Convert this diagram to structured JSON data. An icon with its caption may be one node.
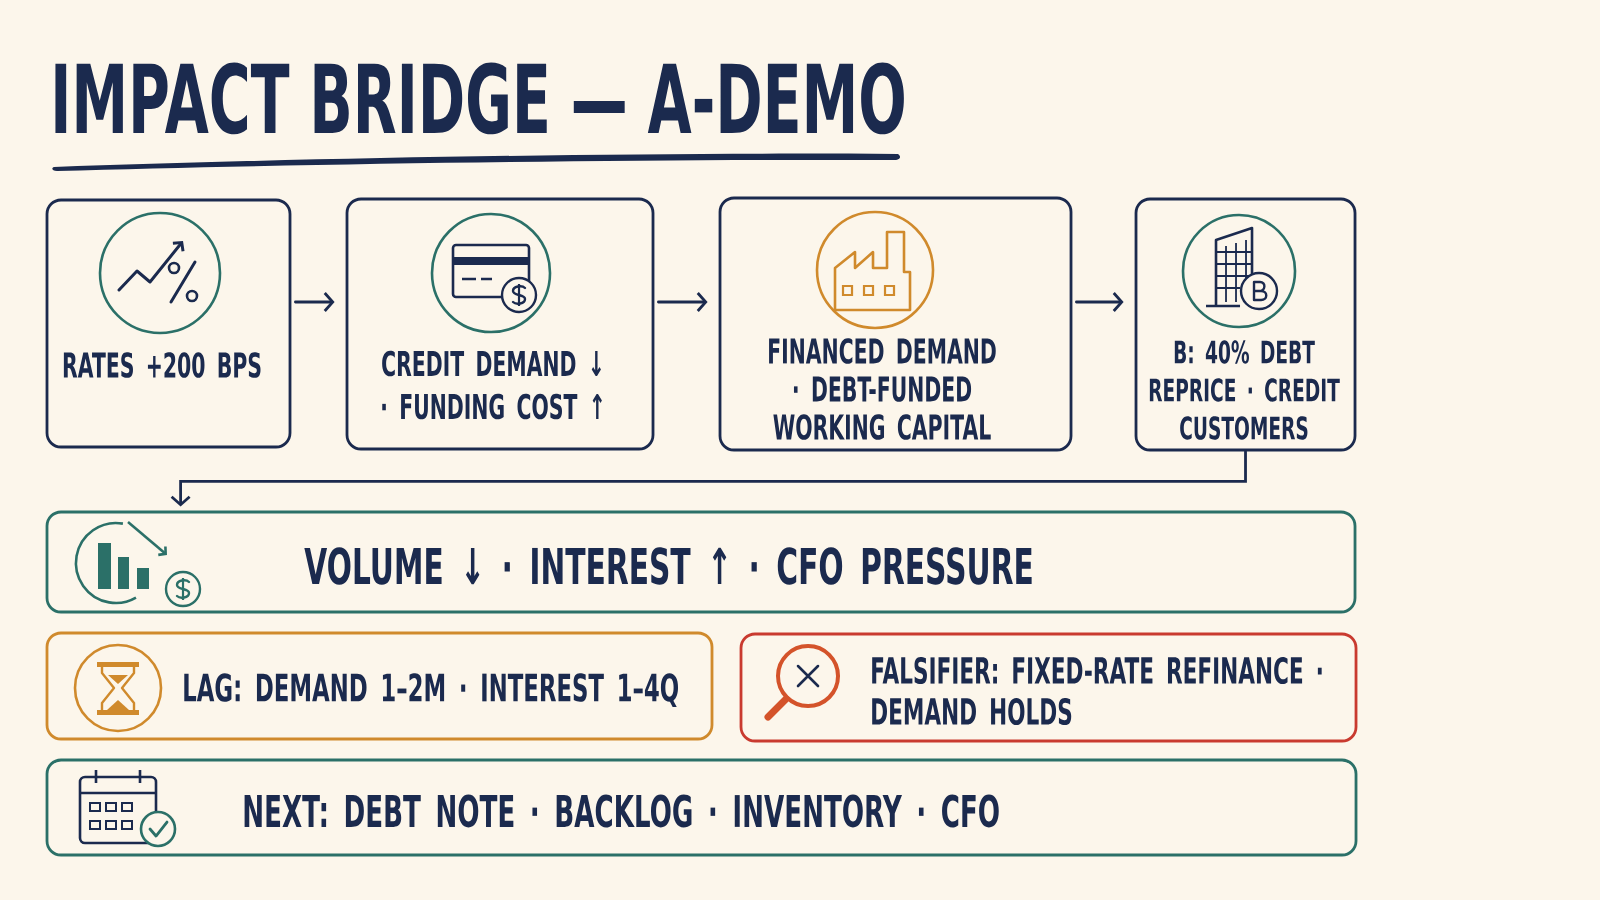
{
  "diagram": {
    "title": "IMPACT BRIDGE — A-DEMO",
    "nodes": [
      {
        "text": [
          "RATES +200 BPS"
        ]
      },
      {
        "text": [
          "CREDIT DEMAND ↓ · FUNDING COST ↑"
        ]
      },
      {
        "text": [
          "FINANCED DEMAND · DEBT-FUNDED WORKING CAPITAL"
        ]
      },
      {
        "text": [
          "B: 40% DEBT REPRICE · CREDIT CUSTOMERS"
        ]
      },
      {
        "text": [
          "VOLUME ↓ · INTEREST ↑ · CFO PRESSURE"
        ]
      },
      {
        "text": [
          "LAG: DEMAND 1–2M · INTEREST 1–4Q"
        ]
      },
      {
        "text": [
          "FALSIFIER: FIXED-RATE REFINANCE · DEMAND HOLDS"
        ]
      },
      {
        "text": [
          "NEXT: DEBT NOTE · BACKLOG · INVENTORY · CFO"
        ]
      }
    ],
    "edges": [
      {
        "from": 0,
        "to": 1,
        "arrow": "to"
      },
      {
        "from": 1,
        "to": 2,
        "arrow": "to"
      },
      {
        "from": 2,
        "to": 3,
        "arrow": "to"
      },
      {
        "from": 3,
        "to": 4,
        "arrow": "to"
      }
    ]
  }
}
